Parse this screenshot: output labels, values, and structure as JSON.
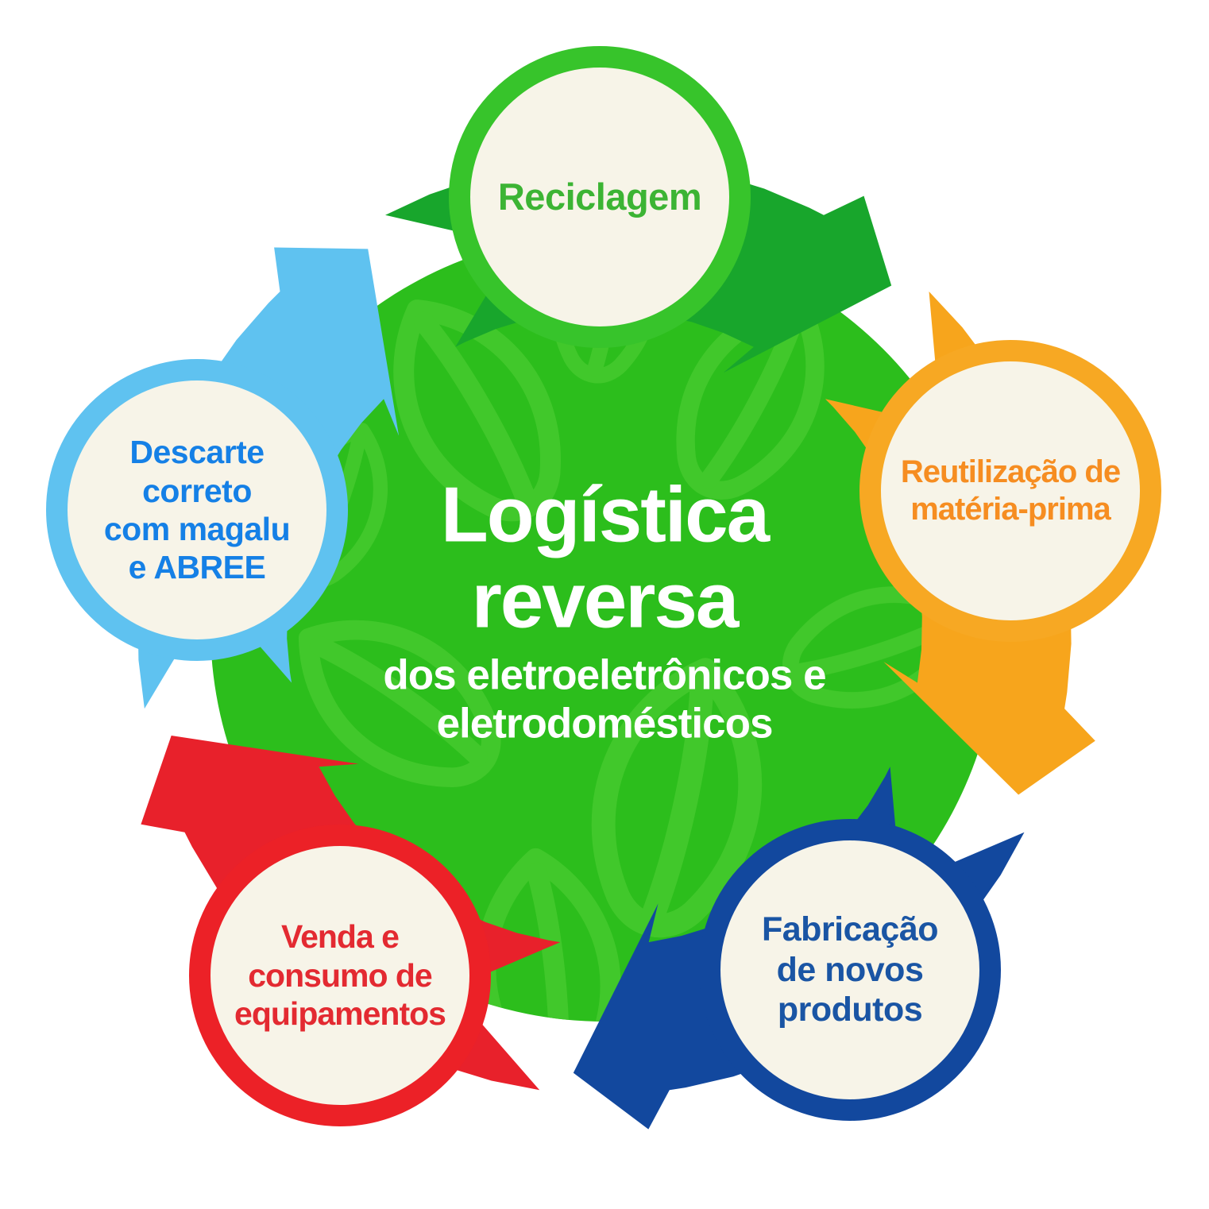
{
  "diagram": {
    "center_title": {
      "line1": "Logística",
      "line2": "reversa",
      "sub1": "dos eletroeletrônicos e",
      "sub2": "eletrodomésticos"
    },
    "nodes": [
      {
        "id": "reciclagem",
        "ring_color": "#37C42B",
        "text_color": "#3CB434",
        "lines": [
          "Reciclagem"
        ]
      },
      {
        "id": "reutilizacao-materia-prima",
        "ring_color": "#F7A823",
        "text_color": "#F68D21",
        "lines": [
          "Reutilização de",
          "matéria-prima"
        ]
      },
      {
        "id": "fabricacao-novos-produtos",
        "ring_color": "#12489E",
        "text_color": "#1A55A4",
        "lines": [
          "Fabricação",
          "de novos",
          "produtos"
        ]
      },
      {
        "id": "venda-consumo-equipamentos",
        "ring_color": "#EC2127",
        "text_color": "#E32A31",
        "lines": [
          "Venda e",
          "consumo de",
          "equipamentos"
        ]
      },
      {
        "id": "descarte-correto",
        "ring_color": "#5FC2F0",
        "text_color": "#1580E6",
        "lines": [
          "Descarte",
          "correto",
          "com magalu",
          "e ABREE"
        ]
      }
    ],
    "arrows": [
      {
        "id": "cycle-arrow-green",
        "color": "#18A62C",
        "angle": 0
      },
      {
        "id": "cycle-arrow-orange",
        "color": "#F7A51C",
        "angle": 72
      },
      {
        "id": "cycle-arrow-navy",
        "color": "#12489E",
        "angle": 144
      },
      {
        "id": "cycle-arrow-red",
        "color": "#E8212B",
        "angle": 216
      },
      {
        "id": "cycle-arrow-lightblue",
        "color": "#5FC2F0",
        "angle": 288
      }
    ],
    "colors": {
      "background": "#FFFFFF",
      "center_circle": "#2CBE1C",
      "leaf_outline": "#45C92E",
      "node_fill": "#F7F4E8",
      "title_text": "#FFFFFF"
    }
  }
}
